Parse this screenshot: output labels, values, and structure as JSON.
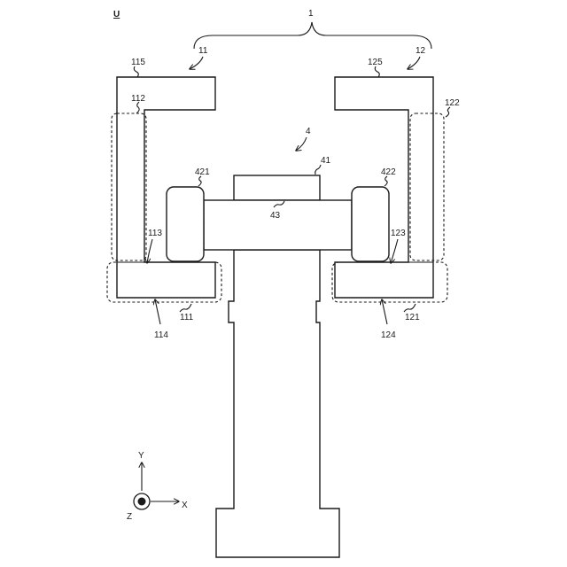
{
  "figure": {
    "corner_label": "U",
    "refs": {
      "r1": "1",
      "r11": "11",
      "r12": "12",
      "r115": "115",
      "r125": "125",
      "r112": "112",
      "r122": "122",
      "r4": "4",
      "r41": "41",
      "r421": "421",
      "r422": "422",
      "r43": "43",
      "r113": "113",
      "r123": "123",
      "r111": "111",
      "r121": "121",
      "r114": "114",
      "r124": "124"
    },
    "axes": {
      "y": "Y",
      "x": "X",
      "z": "Z"
    }
  }
}
